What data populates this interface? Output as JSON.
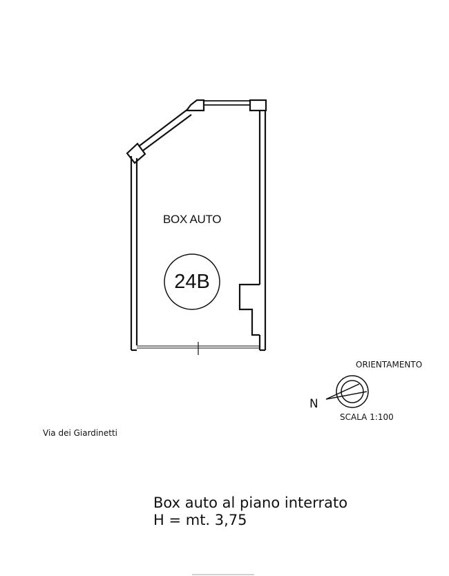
{
  "plan": {
    "room_label": "BOX AUTO",
    "box_number": "24B",
    "street_label": "Via dei Giardinetti"
  },
  "orientation": {
    "title": "ORIENTAMENTO",
    "north_label": "N",
    "scale_label": "SCALA 1:100"
  },
  "caption": {
    "line1": "Box auto al piano interrato",
    "line2": "H = mt. 3,75"
  },
  "colors": {
    "ink": "#111111",
    "background": "#ffffff"
  }
}
